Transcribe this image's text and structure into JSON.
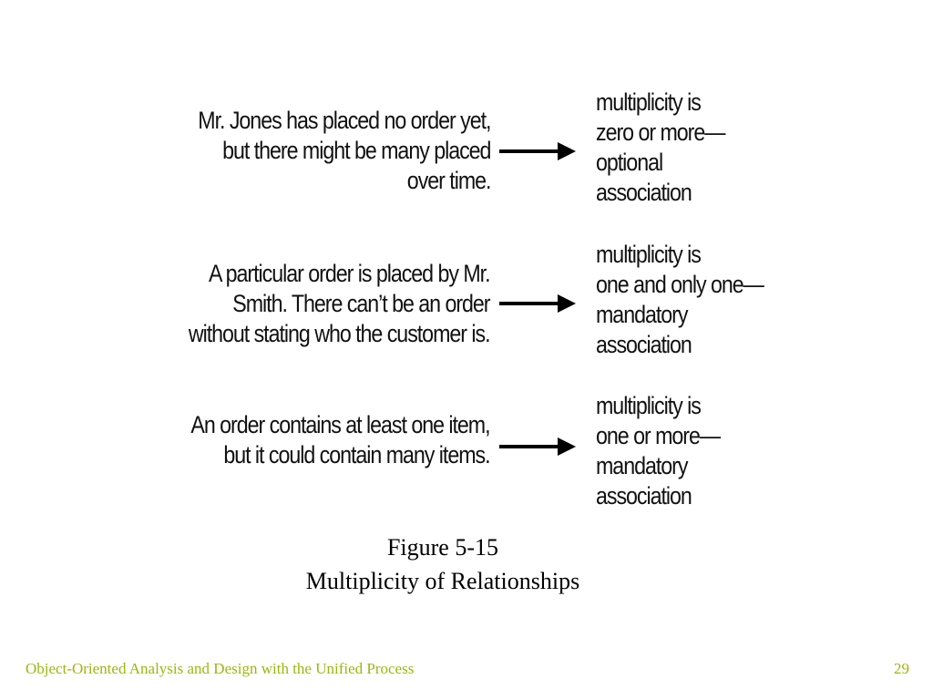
{
  "rows": [
    {
      "statement": [
        "Mr. Jones has placed no order yet,",
        "but there might be many placed",
        "over time."
      ],
      "result": [
        "multiplicity is",
        "zero or more—",
        "optional",
        "association"
      ]
    },
    {
      "statement": [
        "A particular order is placed by Mr.",
        "Smith. There can’t be an order",
        "without stating who the customer is."
      ],
      "result": [
        "multiplicity is",
        "one and only one—",
        "mandatory",
        "association"
      ]
    },
    {
      "statement": [
        "An order contains at least one item,",
        "but it could contain many items."
      ],
      "result": [
        "multiplicity is",
        "one or more—",
        "mandatory",
        "association"
      ]
    }
  ],
  "caption": {
    "figure": "Figure 5-15",
    "title": "Multiplicity of Relationships"
  },
  "footer": {
    "course": "Object-Oriented Analysis and Design with the Unified Process",
    "page": "29"
  },
  "colors": {
    "footer": "#9ab80e",
    "text": "#111111"
  }
}
